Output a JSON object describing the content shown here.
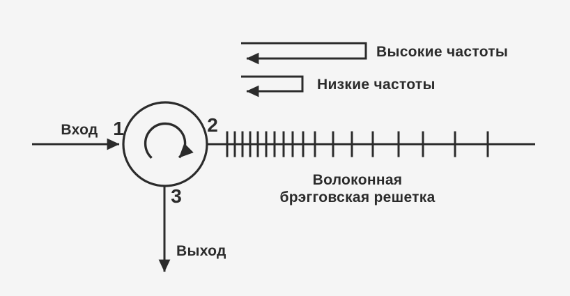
{
  "title": "Fiber Bragg grating with optical circulator",
  "colors": {
    "background": "#f5f5f5",
    "stroke": "#2b2b2b",
    "text": "#2b2b2b"
  },
  "legend": {
    "high": {
      "label": "Высокие частоты"
    },
    "low": {
      "label": "Низкие частоты"
    }
  },
  "input_label": "Вход",
  "output_label": "Выход",
  "circulator": {
    "port1": "1",
    "port2": "2",
    "port3": "3"
  },
  "grating_label": {
    "line1": "Волоконная",
    "line2": "брэгговская решетка"
  },
  "grating": {
    "ticks_x": [
      326,
      337,
      348,
      359,
      370,
      382,
      394,
      407,
      420,
      435,
      452,
      478,
      505,
      535,
      572,
      607,
      653,
      700
    ],
    "tick_top": 188.5,
    "tick_bottom": 225.5
  }
}
